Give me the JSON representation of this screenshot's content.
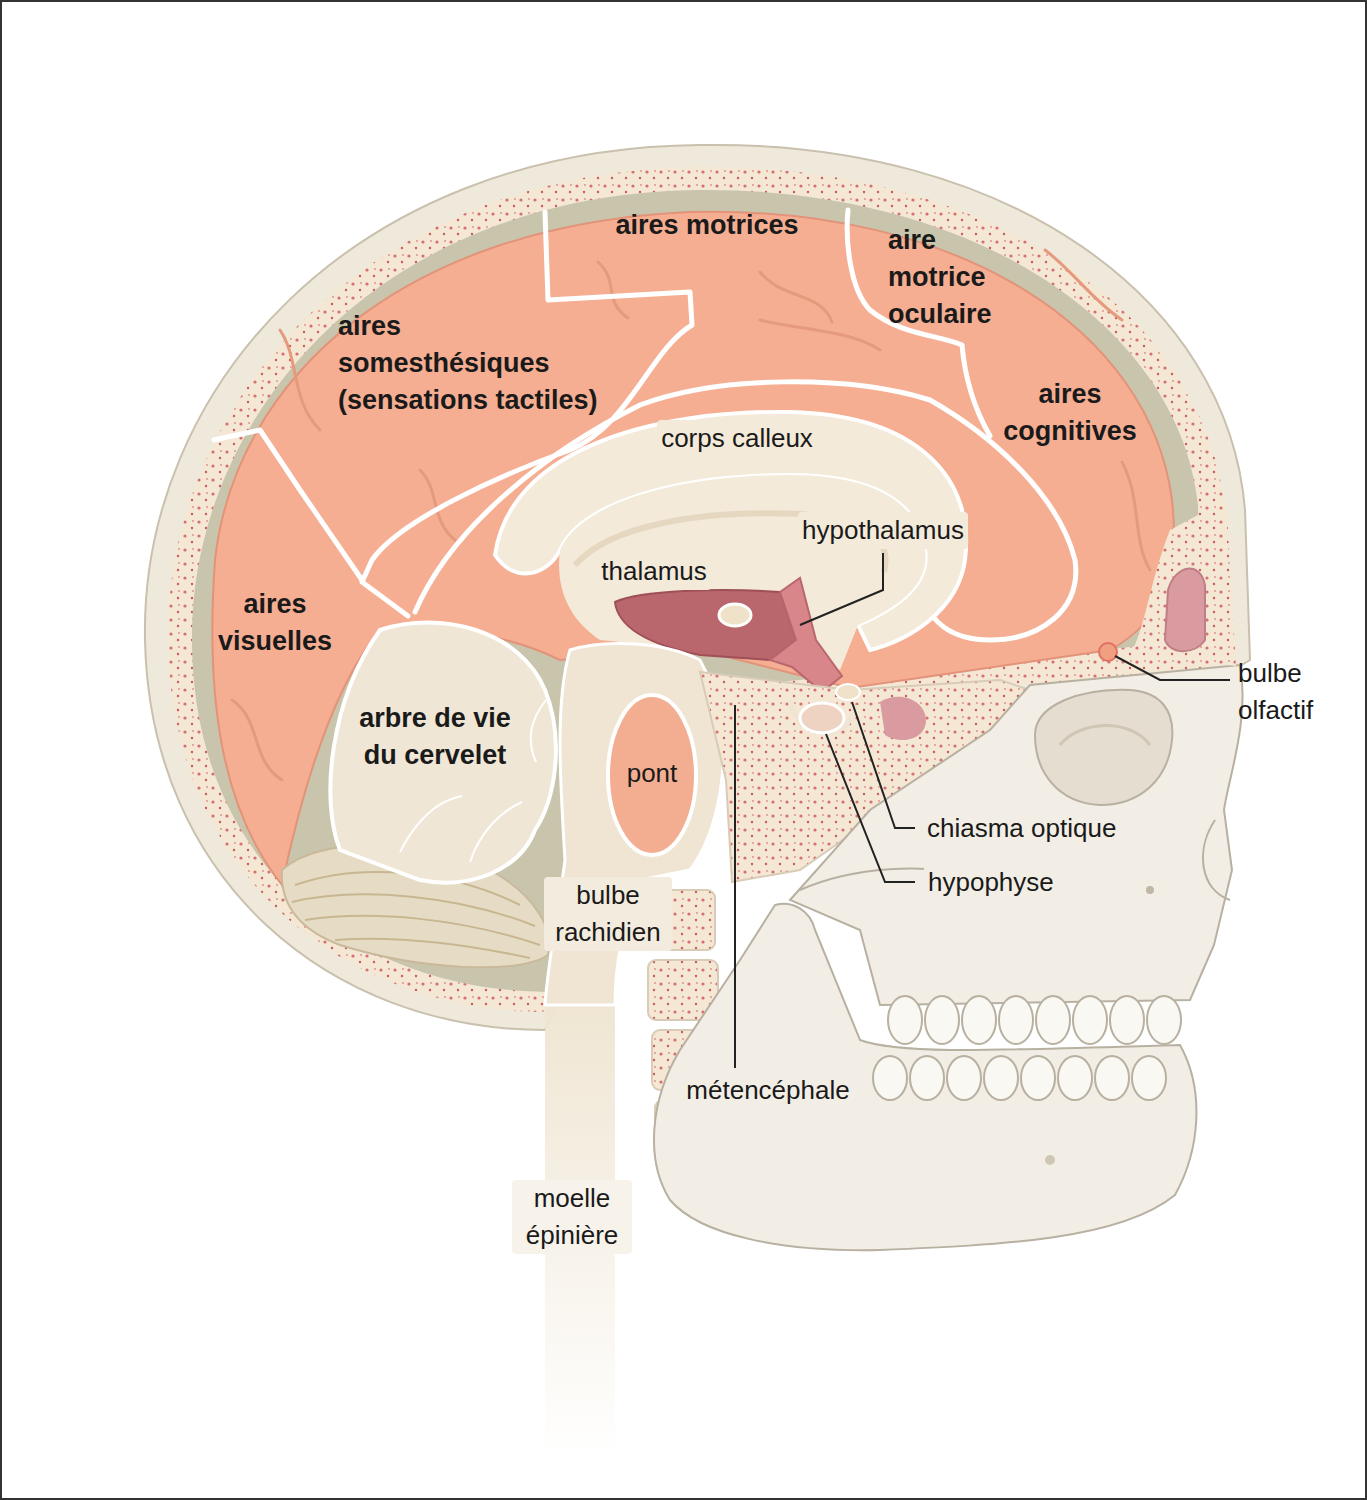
{
  "diagram": {
    "labels": [
      "aires motrices",
      "aire motrice oculaire",
      "aires somesthésiques (sensations tactiles)",
      "aires cognitives",
      "corps calleux",
      "hypothalamus",
      "thalamus",
      "aires visuelles",
      "bulbe olfactif",
      "arbre de vie du cervelet",
      "pont",
      "chiasma optique",
      "hypophyse",
      "bulbe rachidien",
      "métencéphale",
      "moelle épinière"
    ]
  }
}
